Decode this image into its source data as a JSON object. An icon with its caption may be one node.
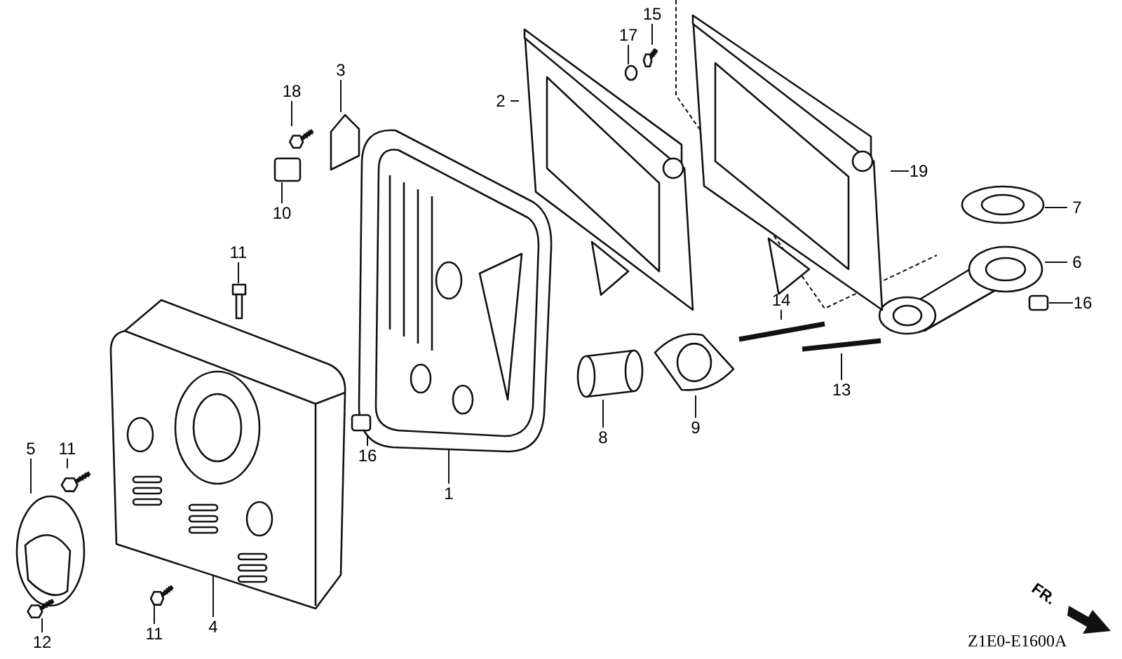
{
  "diagram": {
    "nodes": [
      {
        "text": [
          "1"
        ]
      },
      {
        "text": [],
        "shape": "picture"
      },
      {
        "text": [
          "2"
        ]
      },
      {
        "text": [],
        "shape": "picture"
      },
      {
        "text": [
          "3"
        ]
      },
      {
        "text": [],
        "shape": "picture"
      },
      {
        "text": [
          "4"
        ]
      },
      {
        "text": [],
        "shape": "picture"
      },
      {
        "text": [
          "5"
        ]
      },
      {
        "text": [],
        "shape": "picture"
      },
      {
        "text": [
          "6"
        ]
      },
      {
        "text": [],
        "shape": "picture"
      },
      {
        "text": [
          "7"
        ]
      },
      {
        "text": [],
        "shape": "picture"
      },
      {
        "text": [
          "8"
        ]
      },
      {
        "text": [],
        "shape": "cylinder"
      },
      {
        "text": [
          "9"
        ]
      },
      {
        "text": [],
        "shape": "picture"
      },
      {
        "text": [
          "10"
        ]
      },
      {
        "text": [],
        "shape": "box"
      },
      {
        "text": [
          "11"
        ]
      },
      {
        "text": [],
        "shape": "picture"
      },
      {
        "text": [
          "11"
        ]
      },
      {
        "text": [],
        "shape": "picture"
      },
      {
        "text": [
          "11"
        ]
      },
      {
        "text": [],
        "shape": "picture"
      },
      {
        "text": [
          "12"
        ]
      },
      {
        "text": [],
        "shape": "picture"
      },
      {
        "text": [
          "13"
        ]
      },
      {
        "text": [],
        "shape": "picture"
      },
      {
        "text": [
          "14"
        ]
      },
      {
        "text": [],
        "shape": "picture"
      },
      {
        "text": [
          "15"
        ]
      },
      {
        "text": [],
        "shape": "picture"
      },
      {
        "text": [
          "16"
        ]
      },
      {
        "text": [],
        "shape": "box"
      },
      {
        "text": [
          "16"
        ]
      },
      {
        "text": [],
        "shape": "box"
      },
      {
        "text": [
          "17"
        ]
      },
      {
        "text": [],
        "shape": "circle"
      },
      {
        "text": [
          "18"
        ]
      },
      {
        "text": [],
        "shape": "picture"
      },
      {
        "text": [
          "19"
        ]
      },
      {
        "text": [],
        "shape": "picture"
      }
    ],
    "edges": [
      {
        "from": 0,
        "to": 1,
        "arrow": "none"
      },
      {
        "from": 2,
        "to": 3,
        "arrow": "none"
      },
      {
        "from": 4,
        "to": 5,
        "arrow": "none"
      },
      {
        "from": 6,
        "to": 7,
        "arrow": "none"
      },
      {
        "from": 8,
        "to": 9,
        "arrow": "none"
      },
      {
        "from": 10,
        "to": 11,
        "arrow": "none"
      },
      {
        "from": 12,
        "to": 13,
        "arrow": "none"
      },
      {
        "from": 14,
        "to": 15,
        "arrow": "none"
      },
      {
        "from": 16,
        "to": 17,
        "arrow": "none"
      },
      {
        "from": 18,
        "to": 19,
        "arrow": "none"
      },
      {
        "from": 20,
        "to": 21,
        "arrow": "none"
      },
      {
        "from": 22,
        "to": 23,
        "arrow": "none"
      },
      {
        "from": 24,
        "to": 25,
        "arrow": "none"
      },
      {
        "from": 26,
        "to": 27,
        "arrow": "none"
      },
      {
        "from": 28,
        "to": 29,
        "arrow": "none"
      },
      {
        "from": 30,
        "to": 31,
        "arrow": "none"
      },
      {
        "from": 32,
        "to": 33,
        "arrow": "none"
      },
      {
        "from": 34,
        "to": 35,
        "arrow": "none"
      },
      {
        "from": 36,
        "to": 37,
        "arrow": "none"
      },
      {
        "from": 38,
        "to": 39,
        "arrow": "none"
      },
      {
        "from": 40,
        "to": 41,
        "arrow": "none"
      },
      {
        "from": 42,
        "to": 43,
        "arrow": "none"
      }
    ],
    "labels": [
      "FR.",
      "Z1E0-E1600A"
    ]
  }
}
